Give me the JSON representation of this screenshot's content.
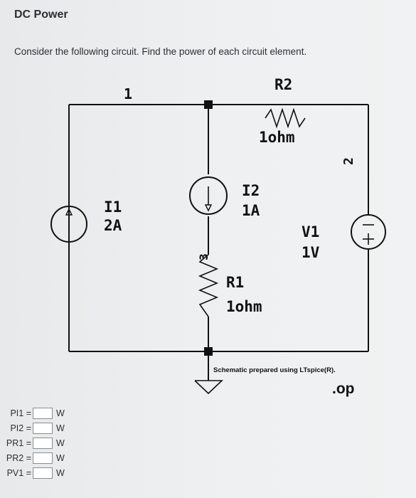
{
  "header": {
    "title": "DC Power"
  },
  "question": {
    "text": "Consider the following circuit. Find the power of each circuit element."
  },
  "schematic": {
    "node_labels": [
      "1",
      "2",
      "3"
    ],
    "R2": {
      "name": "R2",
      "value": "1ohm"
    },
    "I1": {
      "name": "I1",
      "value": "2A"
    },
    "I2": {
      "name": "I2",
      "value": "1A"
    },
    "V1": {
      "name": "V1",
      "value": "1V"
    },
    "R1": {
      "name": "R1",
      "value": "1ohm"
    },
    "note": "Schematic prepared using LTspice(R).",
    "directive": ".op"
  },
  "answers": [
    {
      "label": "PI1 =",
      "unit": "W"
    },
    {
      "label": "PI2 =",
      "unit": "W"
    },
    {
      "label": "PR1 =",
      "unit": "W"
    },
    {
      "label": "PR2 =",
      "unit": "W"
    },
    {
      "label": "PV1 =",
      "unit": "W"
    }
  ]
}
